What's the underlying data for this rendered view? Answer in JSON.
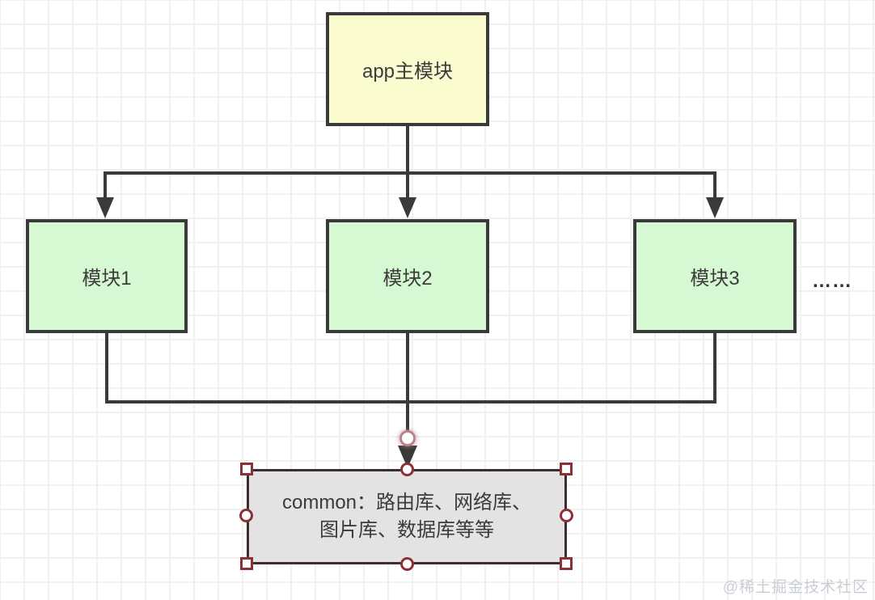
{
  "canvas": {
    "watermark": "@稀土掘金技术社区"
  },
  "nodes": {
    "app": {
      "label": "app主模块",
      "fill": "#fbfbd0"
    },
    "module1": {
      "label": "模块1",
      "fill": "#d6f8d2"
    },
    "module2": {
      "label": "模块2",
      "fill": "#d6f8d2"
    },
    "module3": {
      "label": "模块3",
      "fill": "#d6f8d2"
    },
    "ellipsis": {
      "label": "……"
    },
    "common": {
      "line1": "common：路由库、网络库、",
      "line2": "图片库、数据库等等",
      "fill": "#e3e3e3",
      "selected": true
    }
  },
  "colors": {
    "connector": "#3a3a3a",
    "node_border": "#3a3a3a",
    "common_border": "#3a2e31",
    "selection_handle": "#8c3038",
    "endpoint_ring": "#b9848d",
    "text": "#3b3b3b",
    "grid_line": "#f1f1f1",
    "watermark_text": "#c9cdd4"
  }
}
